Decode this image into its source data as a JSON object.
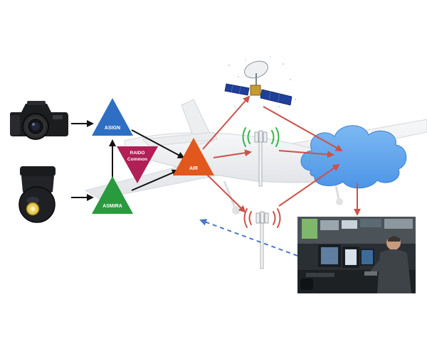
{
  "nodes": {
    "asign": {
      "label": "ASIGN",
      "color": "#2e6fc4"
    },
    "asmira": {
      "label": "ASMIRA",
      "color": "#2a9a3e"
    },
    "raido": {
      "label_line1": "RAIDO",
      "label_line2": "Common",
      "color": "#b01f55"
    },
    "air": {
      "label": "AIR",
      "color": "#e2571c"
    }
  },
  "colors": {
    "black_arrow": "#111111",
    "red_arrow": "#c9524a",
    "dashed_arrow": "#4a78c8",
    "cloud_fill": "#5ea6ef",
    "signal_green": "#35b54a",
    "signal_red": "#c9524a"
  },
  "icons": [
    "dslr-camera-icon",
    "ptz-dome-camera-icon",
    "drone-aircraft-illustration",
    "satellite-icon",
    "cell-tower-icon",
    "cloud-icon",
    "control-room-photo"
  ]
}
